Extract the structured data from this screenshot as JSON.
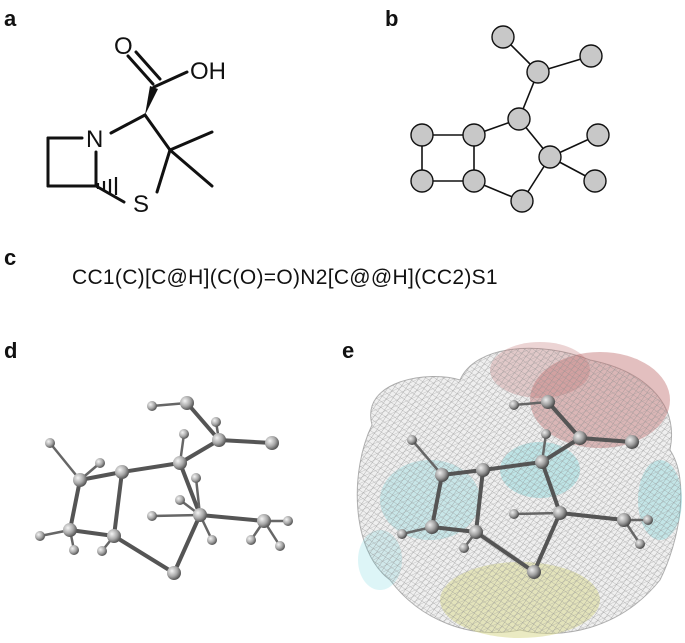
{
  "panels": {
    "a": "a",
    "b": "b",
    "c": "c",
    "d": "d",
    "e": "e"
  },
  "structure": {
    "atom_O": "O",
    "atom_OH": "OH",
    "atom_N": "N",
    "atom_S": "S"
  },
  "smiles": "CC1(C)[C@H](C(O)=O)N2[C@@H](CC2)S1",
  "colors": {
    "graph_node": "#c8c8c8",
    "ball_atom": "#b0b0b0",
    "surface_oxygen": "#c07070",
    "surface_nitrogen": "#40c8d0",
    "surface_sulfur": "#d8d890",
    "surface_neutral": "#cfcfcf"
  }
}
